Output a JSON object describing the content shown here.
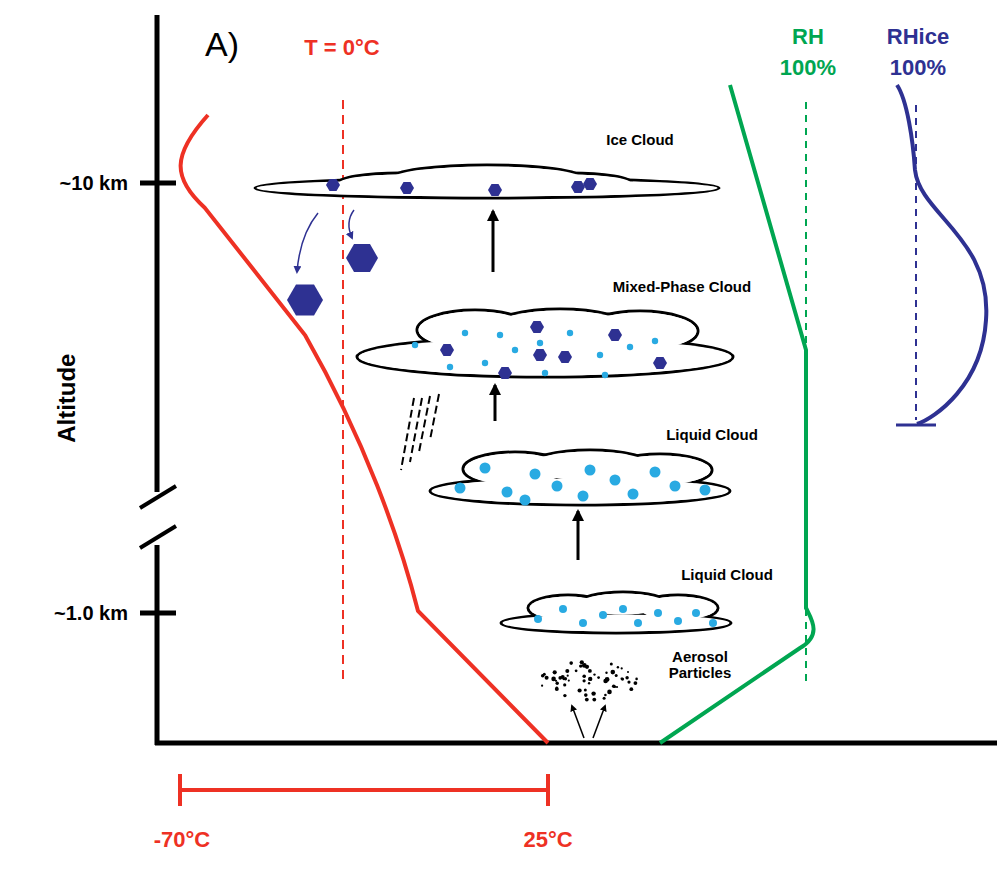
{
  "diagram": {
    "nodes": [
      {
        "text": [
          "Ice Cloud"
        ]
      },
      {
        "text": [
          "Mixed-Phase Cloud"
        ]
      },
      {
        "text": [
          "Liquid Cloud"
        ]
      },
      {
        "text": [
          "Liquid Cloud"
        ]
      }
    ],
    "edges": [
      {
        "from": 3,
        "to": 2,
        "arrow": "to"
      },
      {
        "from": 2,
        "to": 1,
        "arrow": "to"
      },
      {
        "from": 1,
        "to": 0,
        "arrow": "to"
      }
    ],
    "labels": [
      "A)",
      "T = 0°C",
      "RH",
      "100%",
      "RHice",
      "100%",
      "~10 km",
      "Altitude",
      "~1.0 km",
      "Aerosol Particles",
      "-70°C",
      "25°C"
    ]
  }
}
